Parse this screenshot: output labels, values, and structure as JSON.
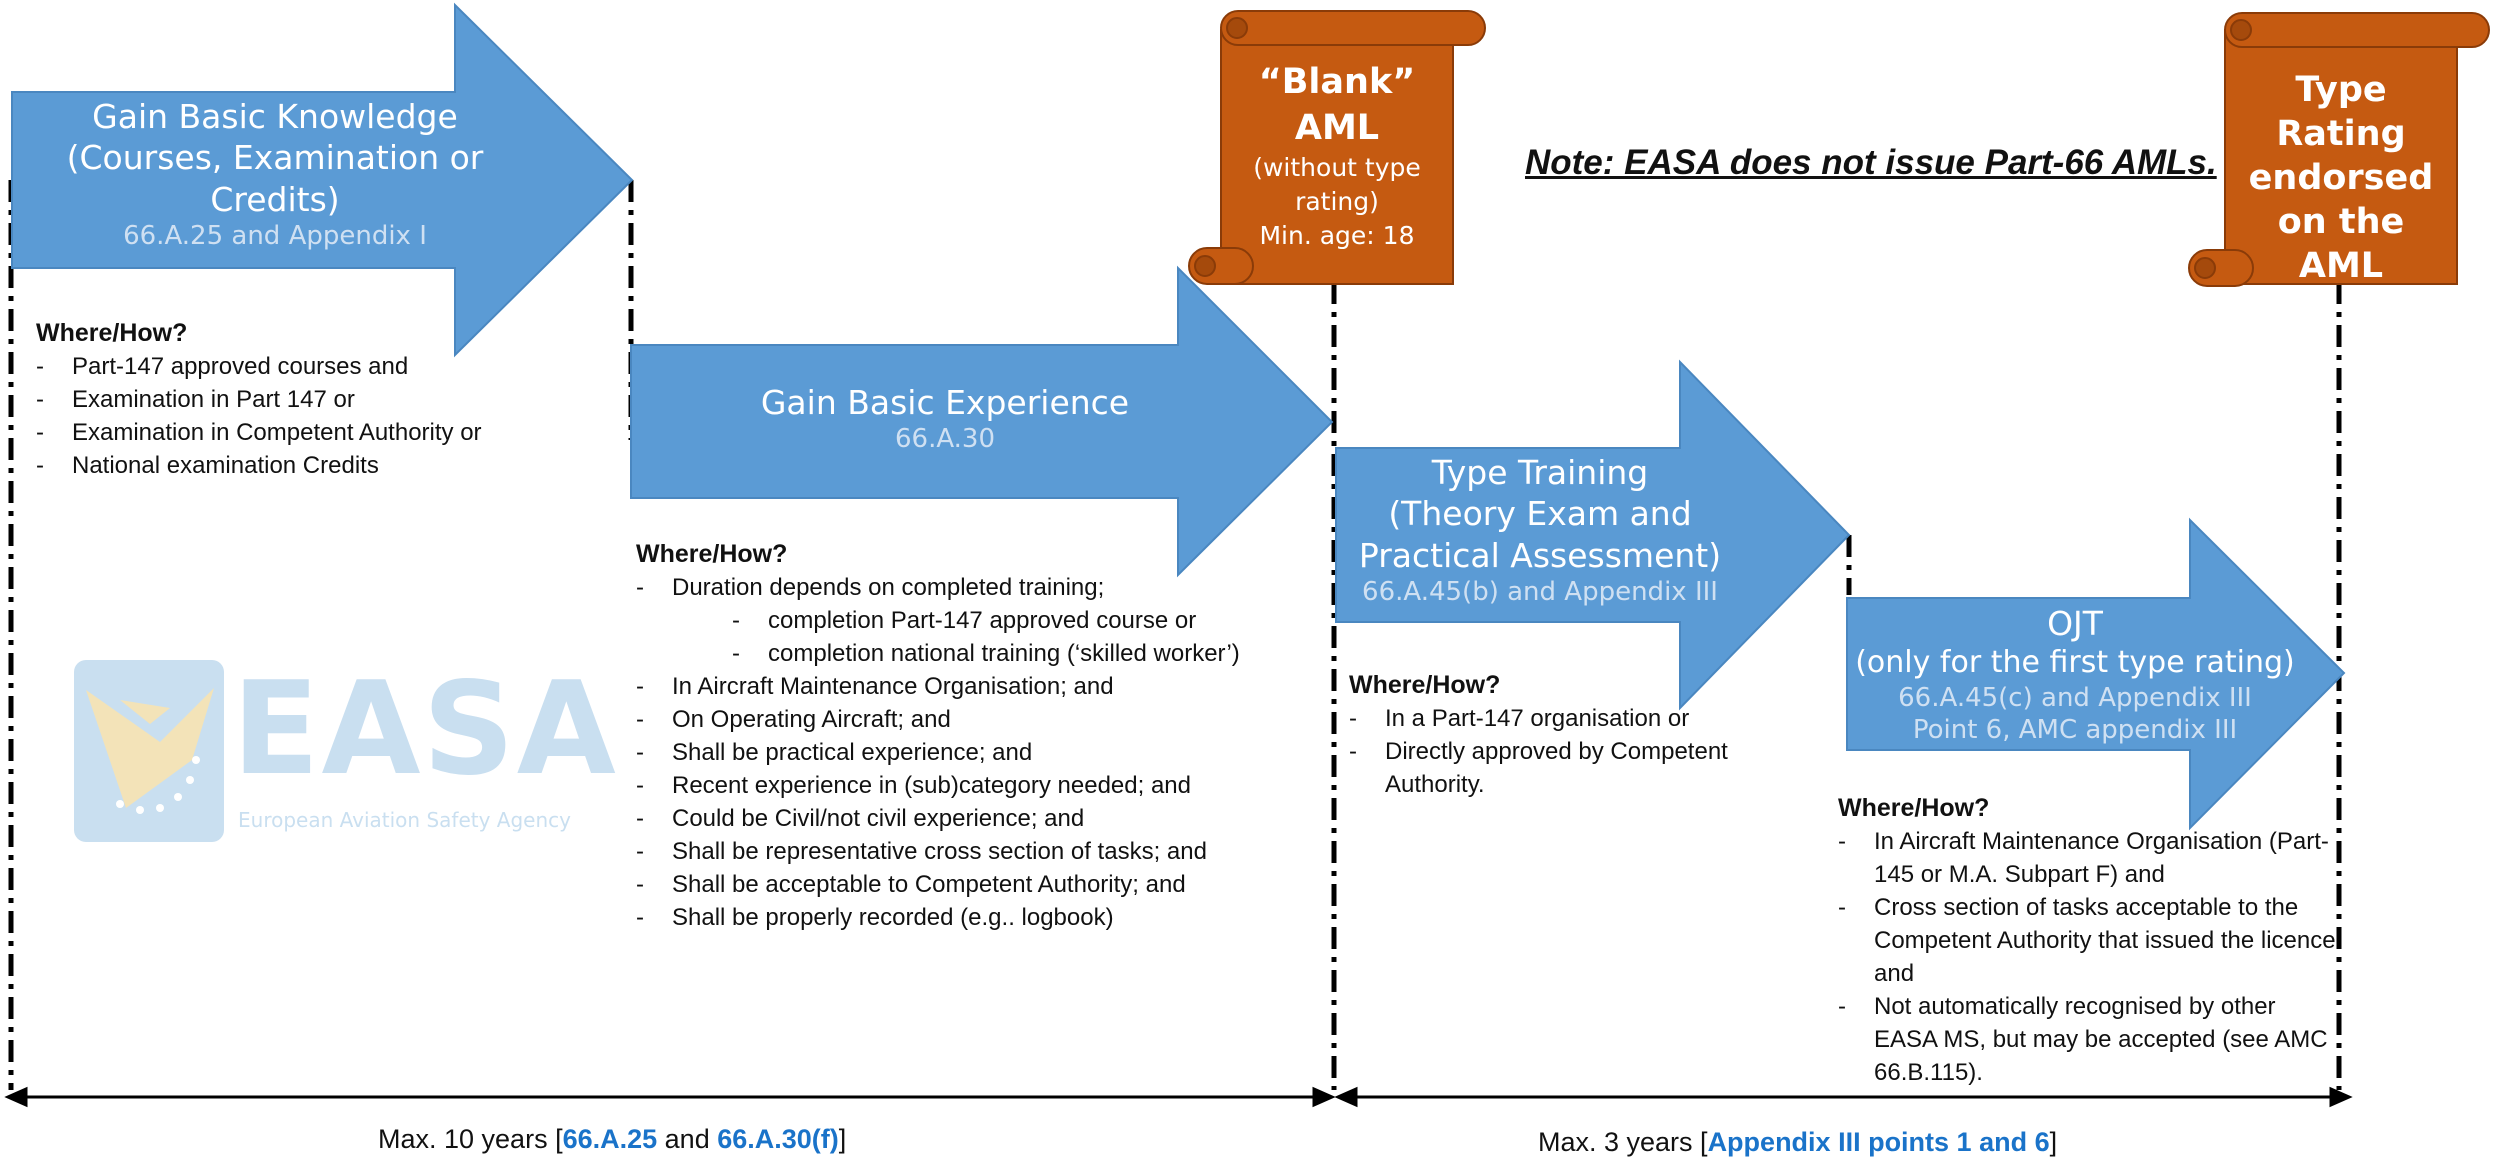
{
  "colors": {
    "arrow_blue": "#5b9bd5",
    "scroll_orange": "#c55a11",
    "link_blue": "#1a73c9",
    "ref_grey": "#cfe0f2"
  },
  "stage1": {
    "lines": [
      "Gain Basic Knowledge",
      "(Courses, Examination or",
      "Credits)"
    ],
    "ref": "66.A.25 and Appendix I"
  },
  "stage2": {
    "title": "Gain Basic Experience",
    "ref": "66.A.30"
  },
  "stage3": {
    "lines": [
      "Type Training",
      "(Theory Exam and",
      "Practical Assessment)"
    ],
    "ref": "66.A.45(b) and Appendix III"
  },
  "stage4": {
    "title": "OJT",
    "subtitle": "(only for the first type rating)",
    "ref1": "66.A.45(c) and Appendix III",
    "ref2": "Point 6, AMC appendix III"
  },
  "scroll1": {
    "line1": "“Blank”",
    "line2": "AML",
    "line3": "(without type",
    "line4": "rating)",
    "line5": "Min. age: 18"
  },
  "scroll2": {
    "lines": [
      "Type Rating",
      "endorsed",
      "on the",
      "AML"
    ]
  },
  "note": "Note: EASA does not issue Part-66 AMLs.",
  "how1": {
    "heading": "Where/How?",
    "items": [
      "Part-147 approved courses and",
      "Examination in Part 147 or",
      "Examination in Competent Authority or",
      "National examination Credits"
    ]
  },
  "how2": {
    "heading": "Where/How?",
    "items": [
      "Duration depends on completed training;",
      "completion Part-147 approved course or",
      "completion national training (‘skilled worker’)",
      "In Aircraft Maintenance Organisation; and",
      "On Operating Aircraft; and",
      "Shall be practical experience; and",
      "Recent experience in (sub)category needed; and",
      "Could be Civil/not civil experience; and",
      "Shall be representative cross section of tasks; and",
      "Shall be acceptable to Competent Authority; and",
      "Shall be properly recorded (e.g.. logbook)"
    ]
  },
  "how3": {
    "heading": "Where/How?",
    "items": [
      "In a Part-147 organisation  or",
      "Directly approved by Competent",
      "Authority."
    ]
  },
  "how4": {
    "heading": "Where/How?",
    "items": [
      "In Aircraft Maintenance Organisation (Part-",
      "145 or M.A. Subpart F) and",
      "Cross section of tasks acceptable to  the",
      "Competent Authority that issued the licence",
      "and",
      "Not automatically recognised by other",
      "EASA MS, but may be accepted (see AMC",
      "66.B.115)."
    ]
  },
  "logo": {
    "title": "EASA",
    "subtitle": "European Aviation Safety Agency"
  },
  "footer1": {
    "text_before": "Max. 10 years [",
    "link1": "66.A.25",
    "and": " and ",
    "link2": "66.A.30(f)",
    "close": "]"
  },
  "footer2": {
    "text_before": "Max. 3 years [",
    "link": "Appendix III points 1 and 6",
    "close": "]"
  }
}
